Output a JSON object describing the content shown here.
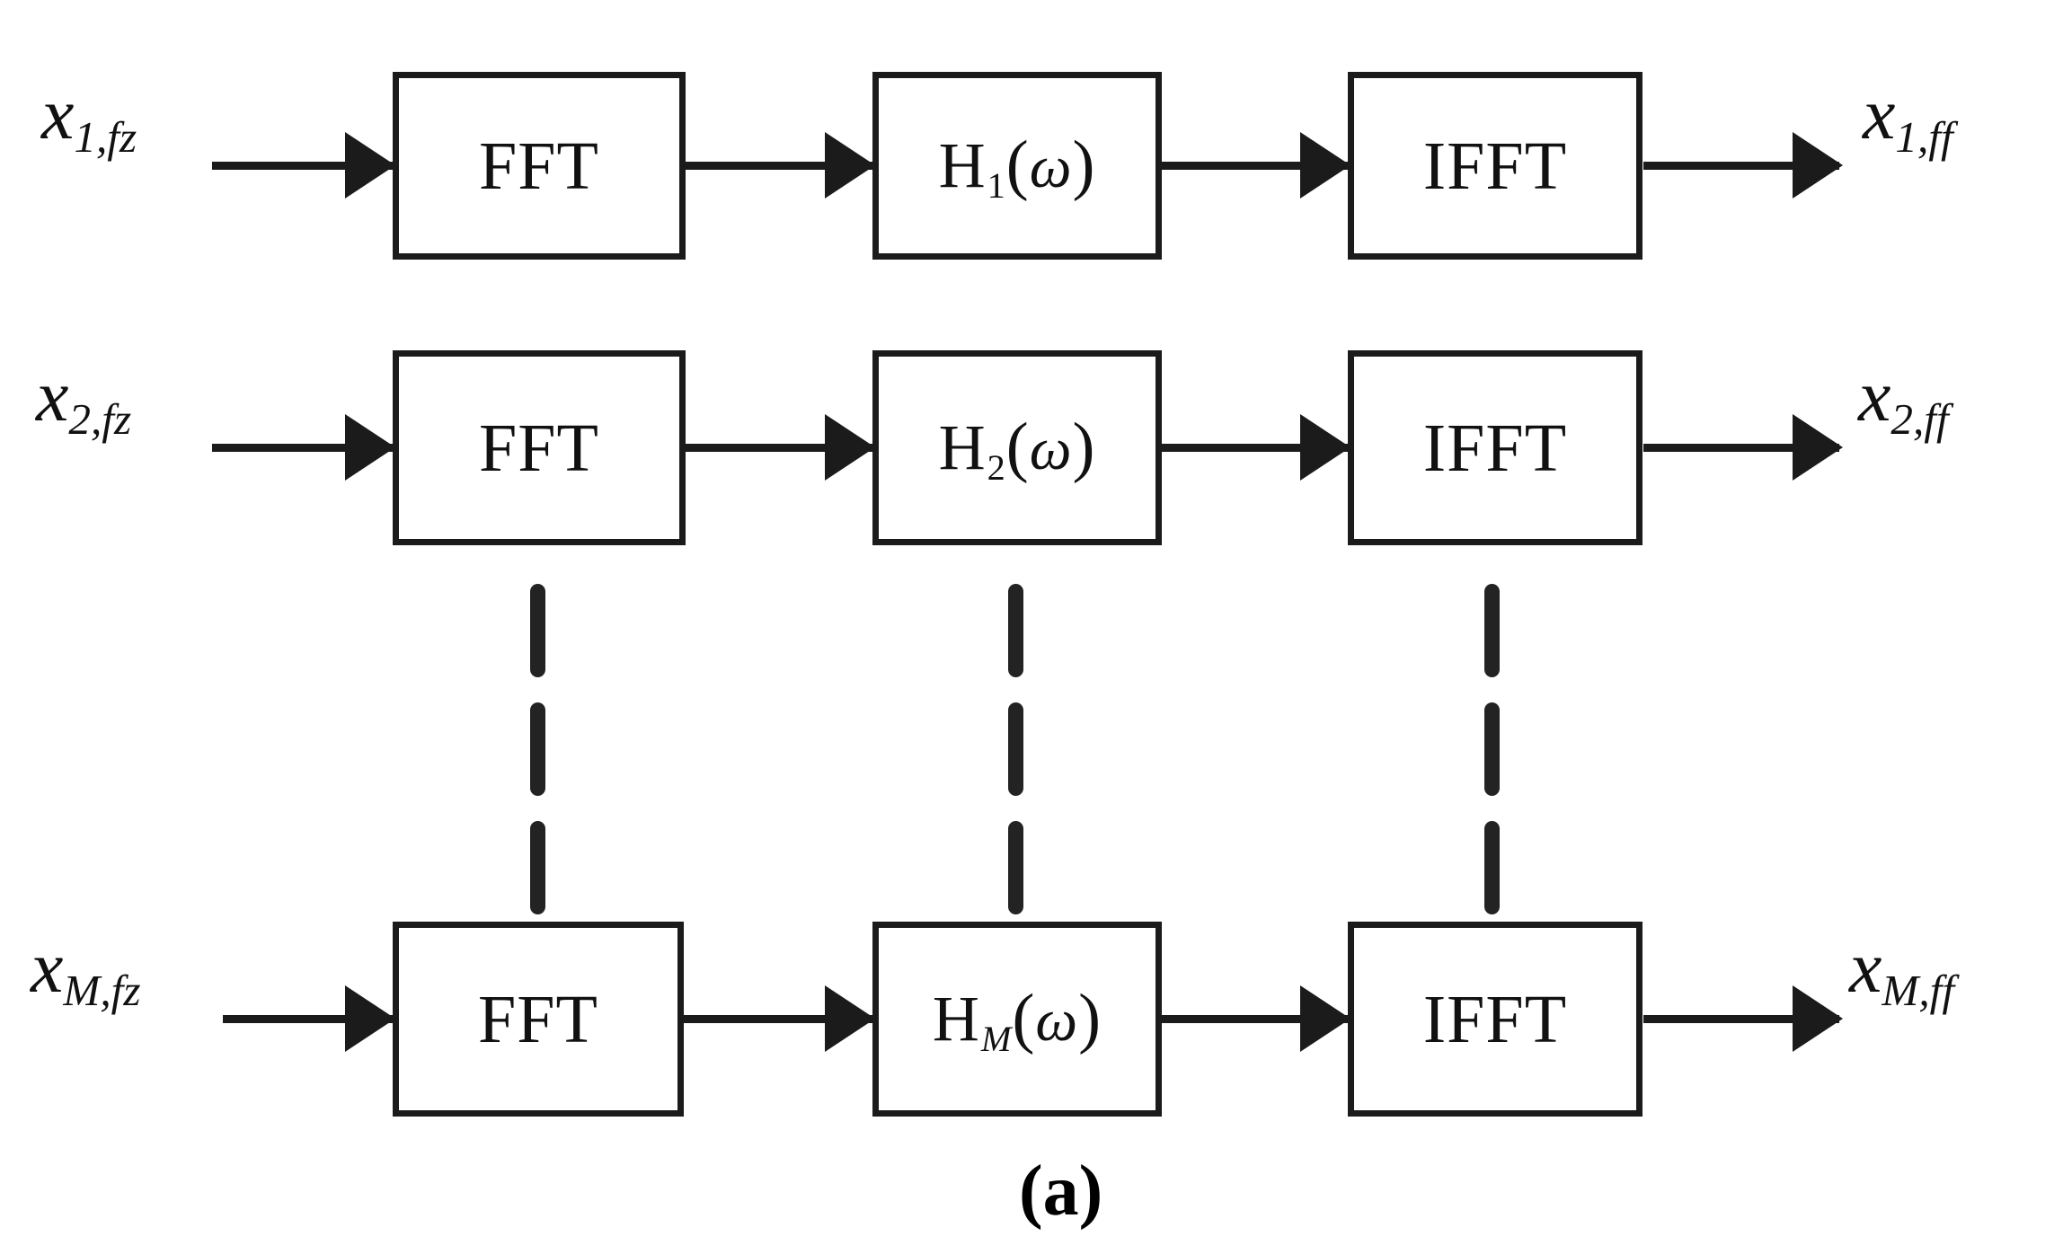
{
  "figure": {
    "caption": "(a)",
    "ink_color": "#1b1b1b",
    "background_color": "#ffffff"
  },
  "stages": {
    "fft_label": "FFT",
    "ifft_label": "IFFT",
    "filter_base": "H",
    "omega": "ω",
    "paren_open": "(",
    "paren_close": ")"
  },
  "rows": [
    {
      "index_label": "1",
      "input": {
        "base": "x",
        "sub": "1,fz"
      },
      "output": {
        "base": "x",
        "sub": "1,ff"
      },
      "fft": "FFT",
      "filter_sub": "1",
      "ifft": "IFFT"
    },
    {
      "index_label": "2",
      "input": {
        "base": "x",
        "sub": "2,fz"
      },
      "output": {
        "base": "x",
        "sub": "2,ff"
      },
      "fft": "FFT",
      "filter_sub": "2",
      "ifft": "IFFT"
    },
    {
      "index_label": "M",
      "input": {
        "base": "x",
        "sub": "M,fz"
      },
      "output": {
        "base": "x",
        "sub": "M,ff"
      },
      "fft": "FFT",
      "filter_sub": "M",
      "ifft": "IFFT"
    }
  ]
}
